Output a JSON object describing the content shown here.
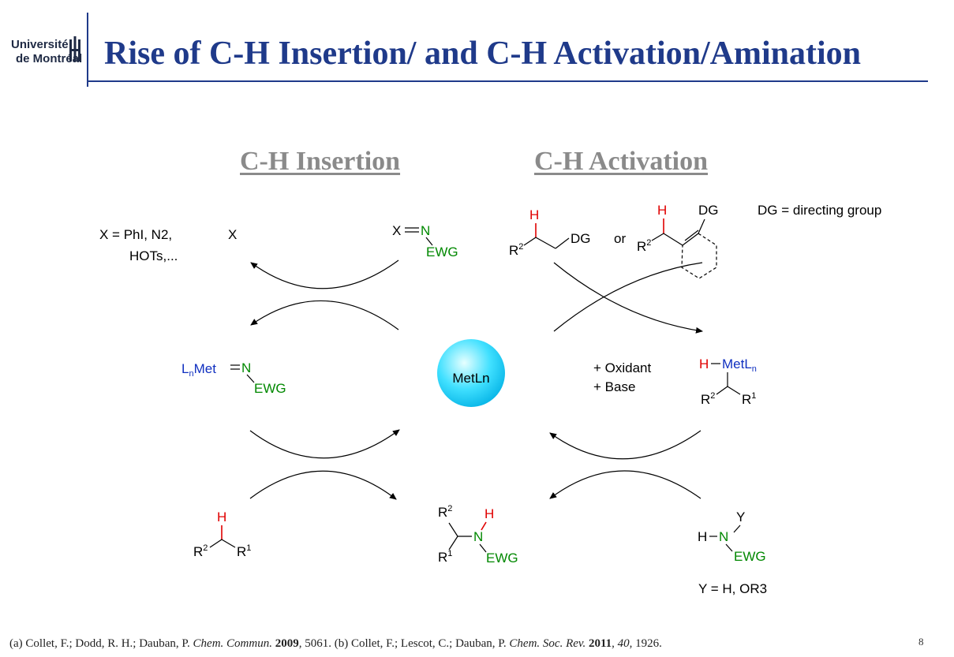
{
  "logo": {
    "line1": "Université",
    "line2": "de Montréal"
  },
  "title": "Rise of C-H Insertion/ and C-H Activation/Amination",
  "sections": {
    "left": "C-H Insertion",
    "right": "C-H Activation"
  },
  "catalyst": "MetLn",
  "conditions": [
    "+ Oxidant",
    "+ Base"
  ],
  "dg_definition": "DG = directing group",
  "x_definition": {
    "line1": "X = PhI, N2,",
    "line2": "HOTs,..."
  },
  "byproduct": "X",
  "or_text": "or",
  "y_definition": "Y = H, OR3",
  "reference": {
    "part1": "(a) Collet, F.; Dodd, R. H.; Dauban, P. ",
    "journal1": "Chem. Commun.",
    "year1": "2009",
    "pages1": ", 5061. (b) Collet, F.; Lescot, C.; Dauban, P. ",
    "journal2": "Chem. Soc. Rev.",
    "year2": "2011",
    "sep": ", ",
    "vol2": "40",
    "pages2": ", 1926."
  },
  "page_number": "8",
  "colors": {
    "title": "#1f3a8a",
    "section": "#8a8a8a",
    "hydrogen": "#e00000",
    "nitrene": "#008800",
    "metal": "#1030c0"
  }
}
